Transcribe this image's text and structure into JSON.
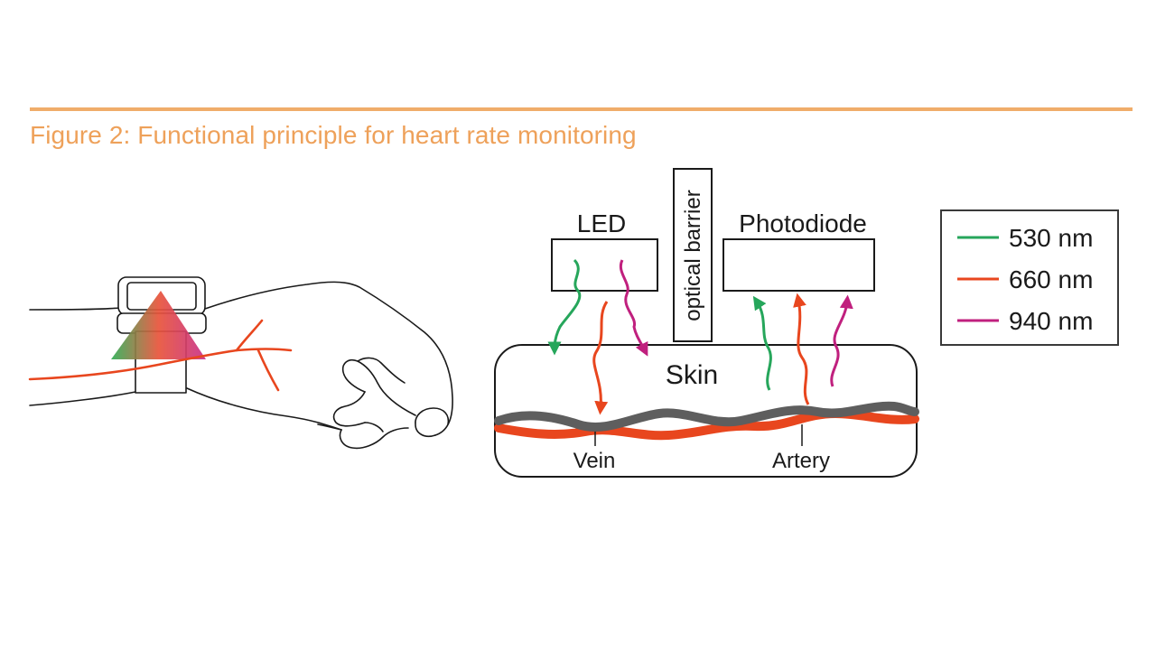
{
  "figure": {
    "title": "Figure 2: Functional principle for heart rate monitoring",
    "accent_color": "#eea15a"
  },
  "labels": {
    "led": "LED",
    "barrier": "optical barrier",
    "photodiode": "Photodiode",
    "skin": "Skin",
    "vein": "Vein",
    "artery": "Artery"
  },
  "legend": [
    {
      "label": "530 nm",
      "color": "#26a65b"
    },
    {
      "label": "660 nm",
      "color": "#e8461e"
    },
    {
      "label": "940 nm",
      "color": "#c0207e"
    }
  ]
}
